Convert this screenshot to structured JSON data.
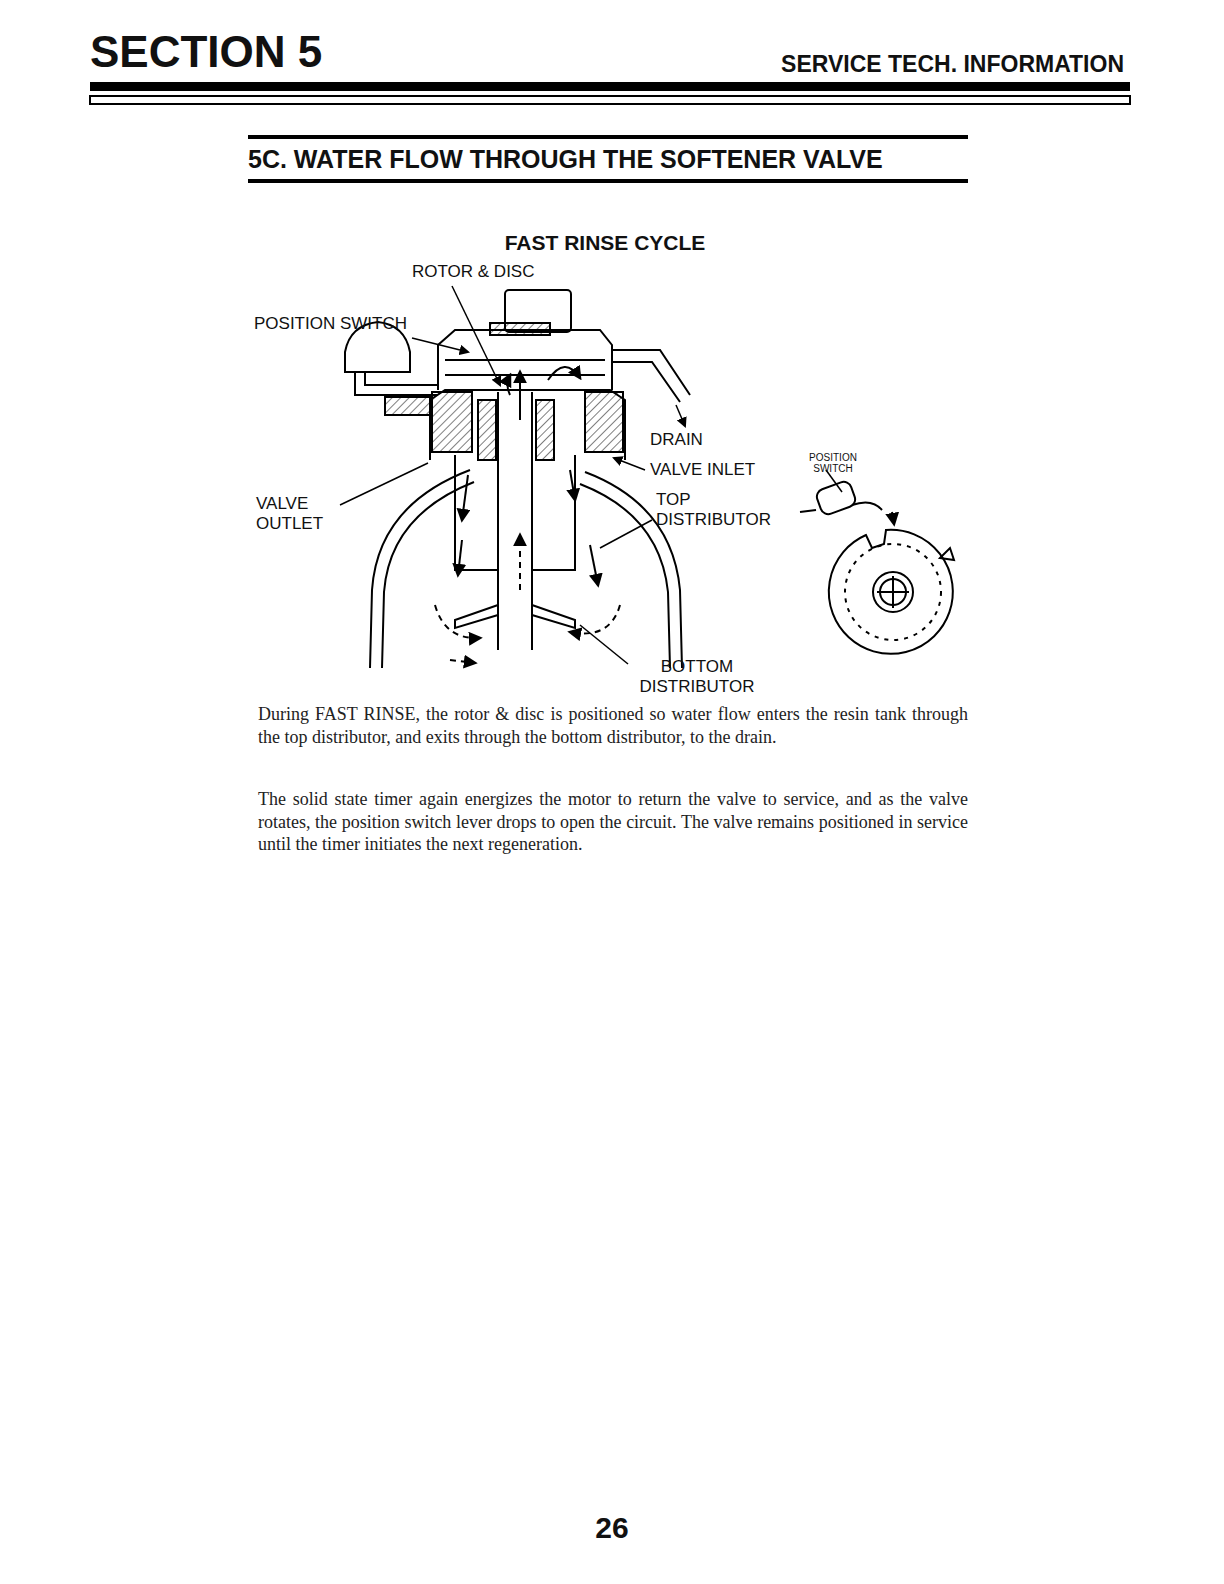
{
  "diagram": {
    "title": "5C. WATER FLOW THROUGH THE SOFTENER VALVE",
    "labels": [
      "SECTION 5",
      "SERVICE TECH. INFORMATION",
      "FAST RINSE CYCLE",
      "ROTOR & DISC",
      "POSITION SWITCH",
      "DRAIN",
      "VALVE INLET",
      "POSITION SWITCH",
      "VALVE OUTLET",
      "TOP DISTRIBUTOR",
      "BOTTOM DISTRIBUTOR",
      "During FAST RINSE, the rotor & disc is positioned so water flow enters the resin tank through the top distributor, and exits through the bottom distributor, to the drain.",
      "The solid state timer again energizes the motor to return the valve to service, and as the valve rotates, the position switch lever drops to open the circuit. The valve remains positioned in service until the timer initiates the next regeneration.",
      "26"
    ]
  }
}
